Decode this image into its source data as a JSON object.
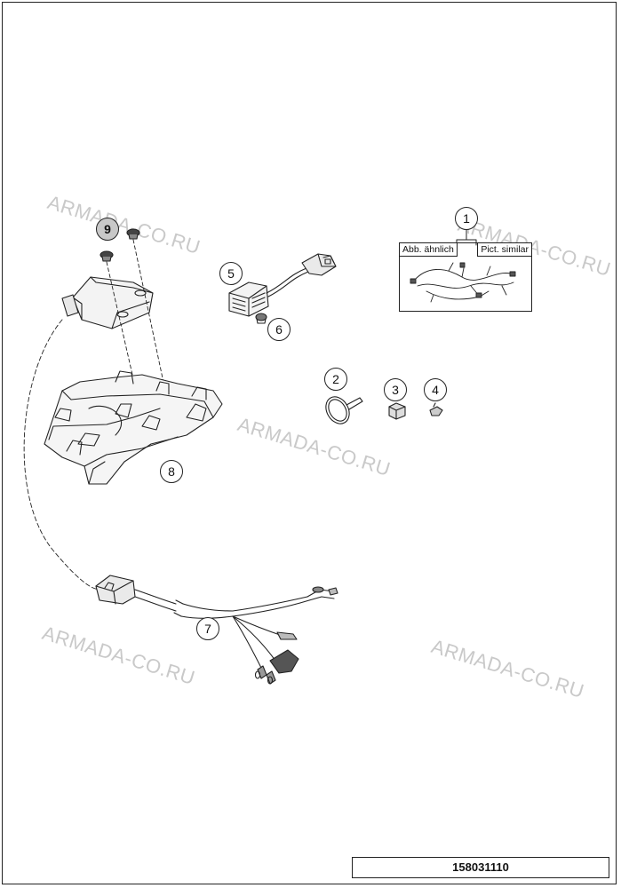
{
  "watermark": {
    "text": "ARMADA-CO.RU",
    "color": "#c9c9c9"
  },
  "callouts": [
    {
      "id": "1",
      "label": "1"
    },
    {
      "id": "2",
      "label": "2"
    },
    {
      "id": "3",
      "label": "3"
    },
    {
      "id": "4",
      "label": "4"
    },
    {
      "id": "5",
      "label": "5"
    },
    {
      "id": "6",
      "label": "6"
    },
    {
      "id": "7",
      "label": "7"
    },
    {
      "id": "8",
      "label": "8"
    },
    {
      "id": "9",
      "label": "9"
    }
  ],
  "inset": {
    "label_left": "Abb. ähnlich",
    "label_right": "Pict. similar"
  },
  "part_number": "158031110",
  "colors": {
    "line": "#222222",
    "background": "#ffffff",
    "callout_highlight": "#c8c8c8"
  }
}
